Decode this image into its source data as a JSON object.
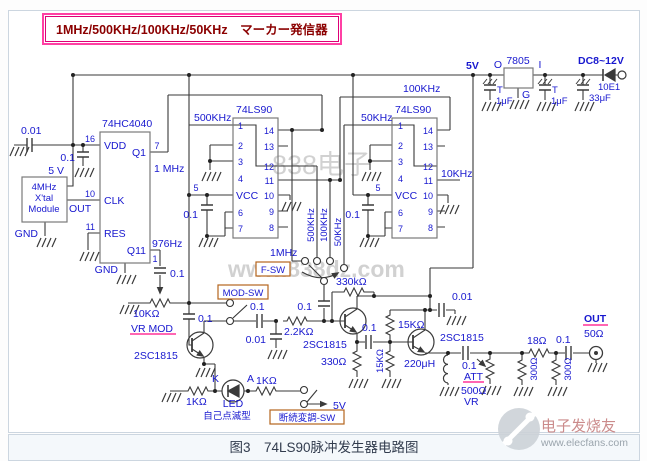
{
  "title": {
    "text": "1MHz/500KHz/100KHz/50KHz　マーカー発信器"
  },
  "frame": {
    "caption": "图3　74LS90脉冲发生器电路图"
  },
  "colors": {
    "label_blue": "#1818cf",
    "title_red": "#8b0000",
    "accent_pink": "#ff3399",
    "switch_box_orange": "#b5651d",
    "wire": "#3a3a3a",
    "frame_border": "#ccd6e0"
  },
  "labels": {
    "ic1": "74HC4040",
    "ic2": "74LS90",
    "ic3": "74LS90",
    "vdd": "VDD",
    "clk": "CLK",
    "res": "RES",
    "gnd": "GND",
    "q1": "Q1",
    "q11": "Q11",
    "vcc": "VCC",
    "xtal1": "4MHz",
    "xtal2": "X'tal",
    "xtal3": "Module",
    "out": "OUT",
    "mhz1": "1 MHz",
    "mhz1b": "1MHz",
    "khz500": "500KHz",
    "khz100": "100KHz",
    "khz50": "50KHz",
    "khz10": "10KHz",
    "hz976": "976Hz",
    "v5": "5V",
    "v5sp": "5 V",
    "c001": "0.01",
    "c01": "0.1",
    "c1u": "1μF",
    "c33u": "33μF",
    "t": "T",
    "p1": "1",
    "p2": "2",
    "p3": "3",
    "p4": "4",
    "p5": "5",
    "p6": "6",
    "p7": "7",
    "p8": "8",
    "p9": "9",
    "p10": "10",
    "p11": "11",
    "p12": "12",
    "p13": "13",
    "p14": "14",
    "p16": "16",
    "reg": "7805",
    "regO": "O",
    "regI": "I",
    "regG": "G",
    "dc": "DC8~12V",
    "diode": "10E1",
    "fsw": "F-SW",
    "modsw": "MOD-SW",
    "dansw": "断続変調-SW",
    "r10k": "10KΩ",
    "vrmod": "VR MOD",
    "tr": "2SC1815",
    "r1k": "1KΩ",
    "led": "LED",
    "selfblink": "自己点滅型",
    "kk": "K",
    "aa": "A",
    "r22k": "2.2KΩ",
    "r330k": "330kΩ",
    "r15k": "15KΩ",
    "r330": "330Ω",
    "l220": "220μH",
    "att": "ATT",
    "r500": "500Ω",
    "vr": "VR",
    "r18": "18Ω",
    "r300": "300Ω",
    "outl": "OUT",
    "out50": "50Ω"
  },
  "watermarks": {
    "w838": "838电子",
    "w838url": "www.838dz.com",
    "elecfans": "电子发烧友",
    "elecfans_url": "www.elecfans.com"
  }
}
